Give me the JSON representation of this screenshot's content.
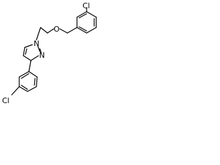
{
  "atoms": {
    "cl_top": "Cl",
    "o": "O",
    "n1": "N",
    "n2": "N",
    "cl_bottom": "Cl"
  },
  "colors": {
    "bond": "#000000",
    "background": "#ffffff"
  }
}
